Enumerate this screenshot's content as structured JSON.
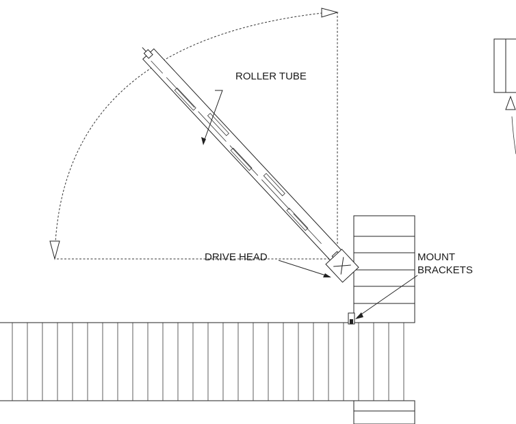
{
  "labels": {
    "roller_tube": "ROLLER TUBE",
    "drive_head": "DRIVE HEAD",
    "mount_line1": "MOUNT",
    "mount_line2": "BRACKETS"
  },
  "colors": {
    "ink": "#222222",
    "background": "#ffffff"
  }
}
